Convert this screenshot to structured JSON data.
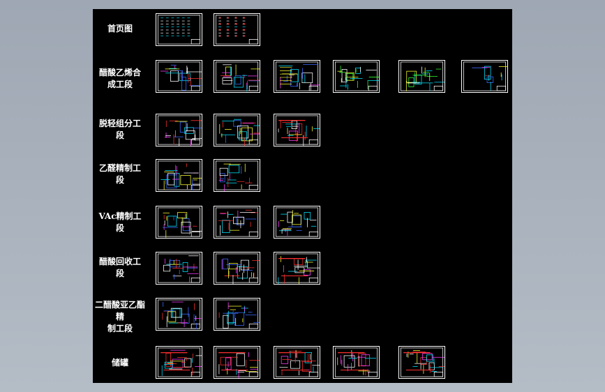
{
  "rows": [
    {
      "label": "首页图",
      "sheets": [
        "index-a",
        "index-b"
      ]
    },
    {
      "label": "醋酸乙烯合\n成工段",
      "sheets": [
        "flow-a",
        "flow-b",
        "flow-c",
        "flow-green",
        "flow-green",
        "flow-small"
      ]
    },
    {
      "label": "脱轻组分工\n段",
      "sheets": [
        "flow-a",
        "flow-a",
        "flow-red"
      ]
    },
    {
      "label": "乙醛精制工\n段",
      "sheets": [
        "flow-a",
        "flow-a"
      ]
    },
    {
      "label": "VAc精制工\n段",
      "sheets": [
        "flow-a",
        "flow-a",
        "flow-a"
      ]
    },
    {
      "label": "醋酸回收工\n段",
      "sheets": [
        "flow-a",
        "flow-a",
        "flow-red"
      ]
    },
    {
      "label": "二醋酸亚乙酯精\n制工段",
      "sheets": [
        "flow-a",
        "flow-a"
      ]
    },
    {
      "label": "储罐",
      "sheets": [
        "flow-red",
        "flow-red",
        "flow-red",
        "flow-red",
        "flow-red"
      ]
    }
  ],
  "colors": {
    "workspace": "#a9b1bc",
    "canvas": "#000000",
    "line_white": "#ffffff",
    "line_cyan": "#00e5ff",
    "line_blue": "#3d6bff",
    "line_red": "#ff3030",
    "line_yellow": "#ffff33",
    "line_green": "#33ff33",
    "line_magenta": "#ff40ff"
  }
}
